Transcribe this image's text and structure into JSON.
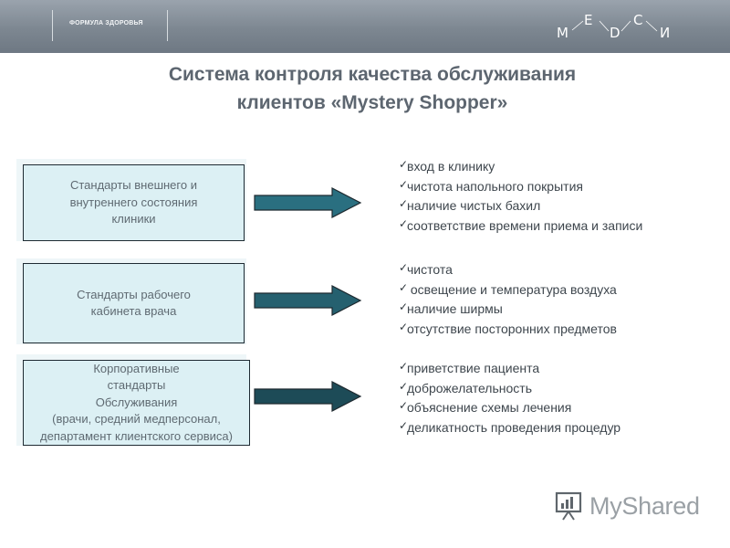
{
  "header": {
    "brand": "ФОРМУЛА ЗДОРОВЬЯ",
    "logo_letters": [
      "M",
      "E",
      "D",
      "C",
      "И"
    ]
  },
  "title": {
    "line1": "Система контроля качества обслуживания",
    "line2": "клиентов «Mystery Shopper»"
  },
  "blocks": [
    {
      "box_text": "Стандарты внешнего и\nвнутреннего состояния\nклиники",
      "items": [
        "вход в клинику",
        "чистота напольного покрытия",
        "наличие чистых бахил",
        "соответствие времени приема и записи"
      ]
    },
    {
      "box_text": "Стандарты рабочего\nкабинета врача",
      "items": [
        "чистота",
        " освещение и температура воздуха",
        "наличие ширмы",
        "отсутствие посторонних предметов"
      ]
    },
    {
      "box_text": "Корпоративные\nстандарты\nОбслуживания\n(врачи, средний медперсонал,\nдепартамент клиентского сервиса)",
      "items": [
        "приветствие пациента",
        "доброжелательность",
        "объяснение схемы лечения",
        "деликатность проведения процедур"
      ]
    }
  ],
  "check_glyph": "✓",
  "watermark": {
    "text": "MyShared"
  },
  "colors": {
    "box_fill": "#dcf0f4",
    "arrow_1": "#2a6f80",
    "arrow_2": "#25606f",
    "arrow_3": "#1d4b57",
    "header": "#7d8791"
  }
}
